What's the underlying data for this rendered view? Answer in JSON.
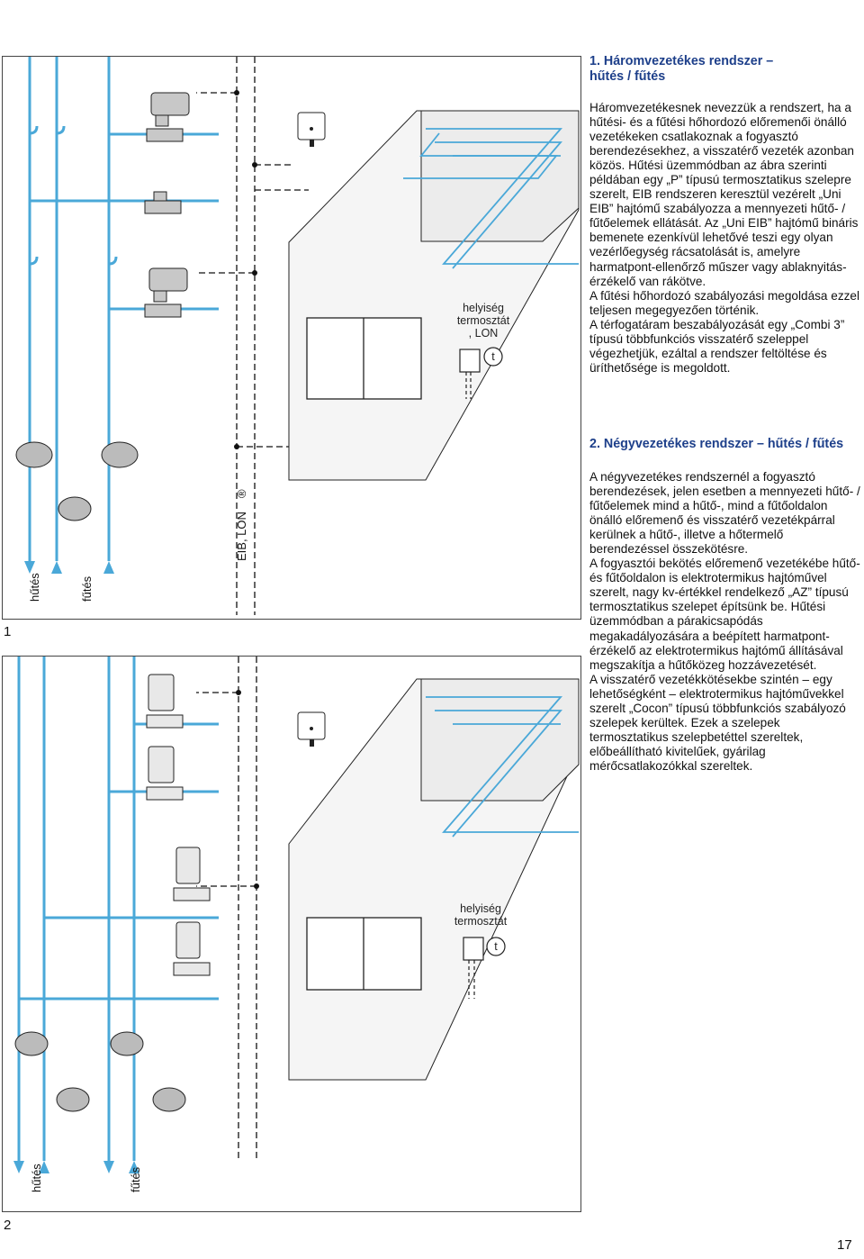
{
  "section1": {
    "heading_line1": "1. Háromvezetékes rendszer –",
    "heading_line2": "hűtés / fűtés",
    "paragraphs": [
      "Háromvezetékesnek nevezzük a rendszert, ha a hűtési- és a fűtési hőhordozó előremenői önálló vezetékeken csatlakoznak a fogyasztó berendezésekhez, a visszatérő vezeték azonban közös. Hűtési üzemmódban az ábra szerinti példában egy „P” típusú termosztatikus szelepre szerelt, EIB rendszeren keresztül vezérelt „Uni EIB” hajtómű szabályozza a mennyezeti hűtő- / fűtőelemek ellátását. Az „Uni EIB” hajtómű bináris bemenete ezenkívül lehetővé teszi egy olyan vezérlőegység rácsatolását is, amelyre harmatpont-ellenőrző műszer vagy ablaknyitás-érzékelő van rákötve.",
      "A fűtési hőhordozó szabályozási megoldása ezzel teljesen megegyezően történik.",
      "A térfogatáram beszabályozását egy „Combi 3” típusú többfunkciós visszatérő szeleppel végezhetjük, ezáltal a rendszer feltöltése és üríthetősége is megoldott."
    ]
  },
  "section2": {
    "heading": "2. Négyvezetékes rendszer – hűtés / fűtés",
    "paragraphs": [
      "A négyvezetékes rendszernél a fogyasztó berendezések, jelen esetben a mennyezeti hűtő- / fűtőelemek mind a hűtő-, mind a fűtőoldalon önálló előremenő és visszatérő vezetékpárral kerülnek a hűtő-, illetve a hőtermelő berendezéssel összekötésre.",
      "A fogyasztói bekötés előremenő vezetékébe hűtő- és fűtőoldalon is elektrotermikus hajtóművel szerelt, nagy kv-értékkel rendelkező „AZ” típusú termosztatikus szelepet építsünk be. Hűtési üzemmódban a párakicsapódás megakadályozására a beépített harmatpont-érzékelő az elektrotermikus hajtómű állításával megszakítja a hűtőközeg hozzávezetését.",
      "A visszatérő vezetékkötésekbe szintén – egy lehetőségként – elektrotermikus hajtóművekkel szerelt „Cocon” típusú többfunkciós szabályozó szelepek kerültek. Ezek a szelepek termosztatikus szelepbetéttel szereltek, előbeállítható kivitelűek, gyárilag mérőcsatlakozókkal szereltek."
    ]
  },
  "figure1": {
    "number": "1",
    "pipe_label_cooling": "hűtés",
    "pipe_label_heating": "fűtés",
    "bus_label": "EIB, LON",
    "bus_reg": "®",
    "room_label_line1": "helyiség",
    "room_label_line2": "termosztát",
    "room_bus_label": ", LON",
    "thermostat_symbol": "t"
  },
  "figure2": {
    "number": "2",
    "pipe_label_cooling": "hűtés",
    "pipe_label_heating": "fűtés",
    "room_label_line1": "helyiség",
    "room_label_line2": "termosztát",
    "thermostat_symbol": "t"
  },
  "page_number": "17"
}
